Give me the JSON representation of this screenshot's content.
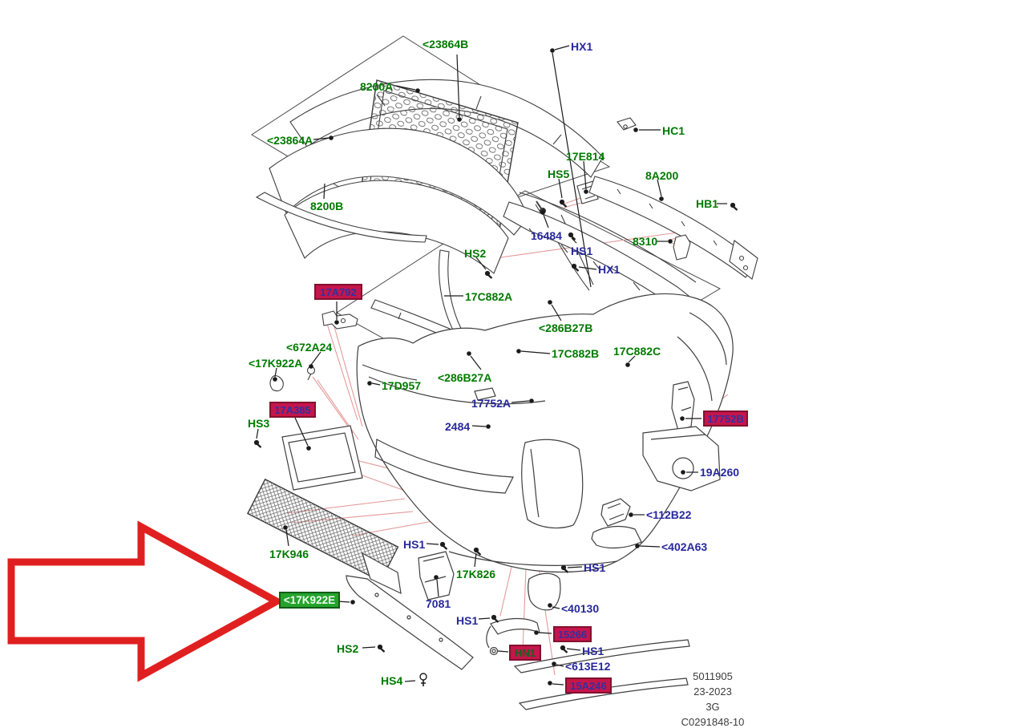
{
  "title": "Front bumper and grille exploded parts diagram",
  "colors": {
    "part_label_green": "#007a00",
    "part_label_blue": "#28289c",
    "highlight_crimson": "#c4164c",
    "highlight_green": "#25a32d",
    "arrow_red": "#e02020",
    "line_art": "#3f3f3f",
    "pink_leader": "#e59a9a"
  },
  "labels": [
    {
      "id": "23864B",
      "text": "<23864B",
      "kind": "green"
    },
    {
      "id": "HX1-top",
      "text": "HX1",
      "kind": "blue"
    },
    {
      "id": "8200A",
      "text": "8200A",
      "kind": "green"
    },
    {
      "id": "23864A",
      "text": "<23864A",
      "kind": "green"
    },
    {
      "id": "HC1",
      "text": "HC1",
      "kind": "green"
    },
    {
      "id": "17E814",
      "text": "17E814",
      "kind": "green"
    },
    {
      "id": "HS5",
      "text": "HS5",
      "kind": "green"
    },
    {
      "id": "8A200",
      "text": "8A200",
      "kind": "green"
    },
    {
      "id": "HB1",
      "text": "HB1",
      "kind": "green"
    },
    {
      "id": "16484",
      "text": "16484",
      "kind": "blue"
    },
    {
      "id": "HS1-1",
      "text": "HS1",
      "kind": "blue"
    },
    {
      "id": "8310",
      "text": "8310",
      "kind": "green"
    },
    {
      "id": "HS2-top",
      "text": "HS2",
      "kind": "green"
    },
    {
      "id": "HX1-mid",
      "text": "HX1",
      "kind": "blue"
    },
    {
      "id": "17C882A",
      "text": "17C882A",
      "kind": "green"
    },
    {
      "id": "286B27B",
      "text": "<286B27B",
      "kind": "green"
    },
    {
      "id": "17A792",
      "text": "17A792",
      "kind": "highlight"
    },
    {
      "id": "672A24",
      "text": "<672A24",
      "kind": "green"
    },
    {
      "id": "17K922A",
      "text": "<17K922A",
      "kind": "green"
    },
    {
      "id": "17C882B",
      "text": "17C882B",
      "kind": "green"
    },
    {
      "id": "17C882C",
      "text": "17C882C",
      "kind": "green"
    },
    {
      "id": "286B27A",
      "text": "<286B27A",
      "kind": "green"
    },
    {
      "id": "17D957",
      "text": "17D957",
      "kind": "green"
    },
    {
      "id": "17752A",
      "text": "17752A",
      "kind": "blue"
    },
    {
      "id": "17A385",
      "text": "17A385",
      "kind": "highlight"
    },
    {
      "id": "HS3",
      "text": "HS3",
      "kind": "green"
    },
    {
      "id": "2484",
      "text": "2484",
      "kind": "blue"
    },
    {
      "id": "17752B",
      "text": "17752B",
      "kind": "highlight"
    },
    {
      "id": "19A260",
      "text": "19A260",
      "kind": "blue"
    },
    {
      "id": "112B22",
      "text": "<112B22",
      "kind": "blue"
    },
    {
      "id": "402A63",
      "text": "<402A63",
      "kind": "blue"
    },
    {
      "id": "HS1-3",
      "text": "HS1",
      "kind": "blue"
    },
    {
      "id": "17K946",
      "text": "17K946",
      "kind": "green"
    },
    {
      "id": "HS1-2",
      "text": "HS1",
      "kind": "blue"
    },
    {
      "id": "17K826",
      "text": "17K826",
      "kind": "green"
    },
    {
      "id": "7081",
      "text": "7081",
      "kind": "blue"
    },
    {
      "id": "HS1-4",
      "text": "HS1",
      "kind": "blue"
    },
    {
      "id": "40130",
      "text": "<40130",
      "kind": "blue"
    },
    {
      "id": "15266",
      "text": "15266",
      "kind": "highlight"
    },
    {
      "id": "17K922E",
      "text": "<17K922E",
      "kind": "highlight-green-box"
    },
    {
      "id": "HS2-bottom",
      "text": "HS2",
      "kind": "green"
    },
    {
      "id": "HN1",
      "text": "HN1",
      "kind": "highlight-green-text"
    },
    {
      "id": "HS1-5",
      "text": "HS1",
      "kind": "blue"
    },
    {
      "id": "613E12",
      "text": "<613E12",
      "kind": "blue"
    },
    {
      "id": "HS4",
      "text": "HS4",
      "kind": "green"
    },
    {
      "id": "15A246",
      "text": "15A246",
      "kind": "highlight"
    },
    {
      "id": "8200B",
      "text": "8200B",
      "kind": "green"
    }
  ],
  "red_arrow": {
    "points_to_label": "<17K922E"
  },
  "footer": {
    "lines": [
      "5011905",
      "23-2023",
      "3G",
      "C0291848-10"
    ]
  }
}
